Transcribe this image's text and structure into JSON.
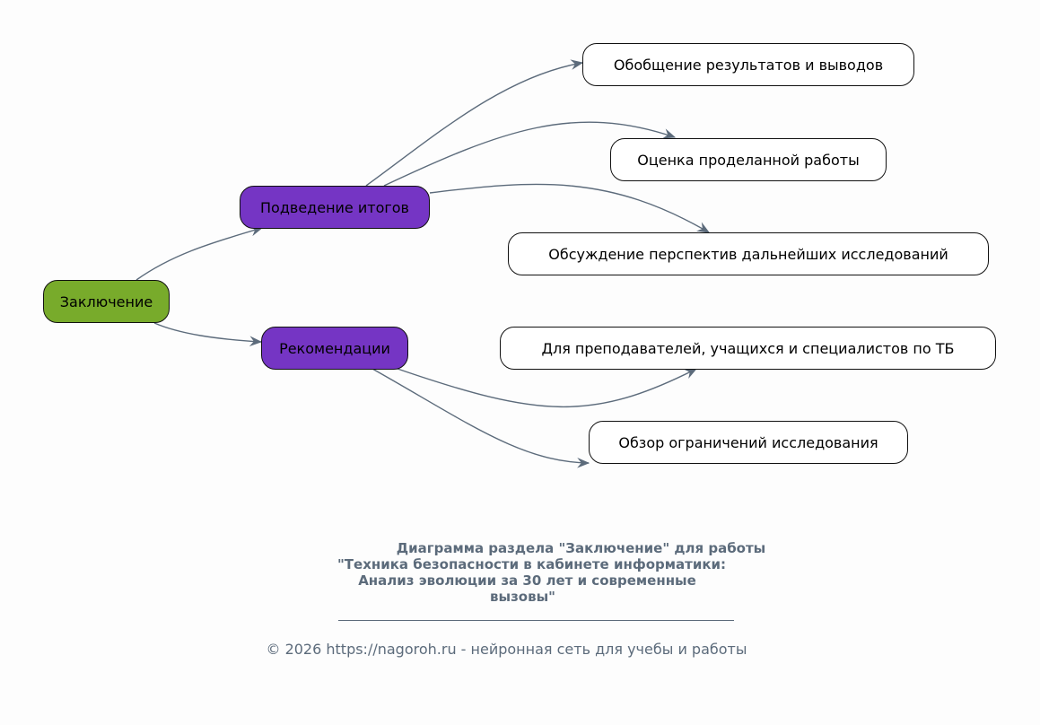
{
  "diagram": {
    "root": {
      "label": "Заключение"
    },
    "branches": [
      {
        "label": "Подведение итогов",
        "children": [
          "Обобщение результатов и выводов",
          "Оценка проделанной работы",
          "Обсуждение перспектив дальнейших исследований"
        ]
      },
      {
        "label": "Рекомендации",
        "children": [
          "Для преподавателей, учащихся и специалистов по ТБ",
          "Обзор ограничений исследования"
        ]
      }
    ],
    "colors": {
      "root": "#78ab2b",
      "branch": "#7535c4",
      "leaf": "#ffffff",
      "edge": "#5c6b7b"
    }
  },
  "caption": {
    "title_lines": [
      "Диаграмма раздела \"Заключение\" для работы",
      "\"Техника безопасности в кабинете информатики:",
      "Анализ эволюции за 30 лет и современные",
      "вызовы\""
    ],
    "footer": "© 2026 https://nagoroh.ru - нейронная сеть для учебы и работы"
  }
}
